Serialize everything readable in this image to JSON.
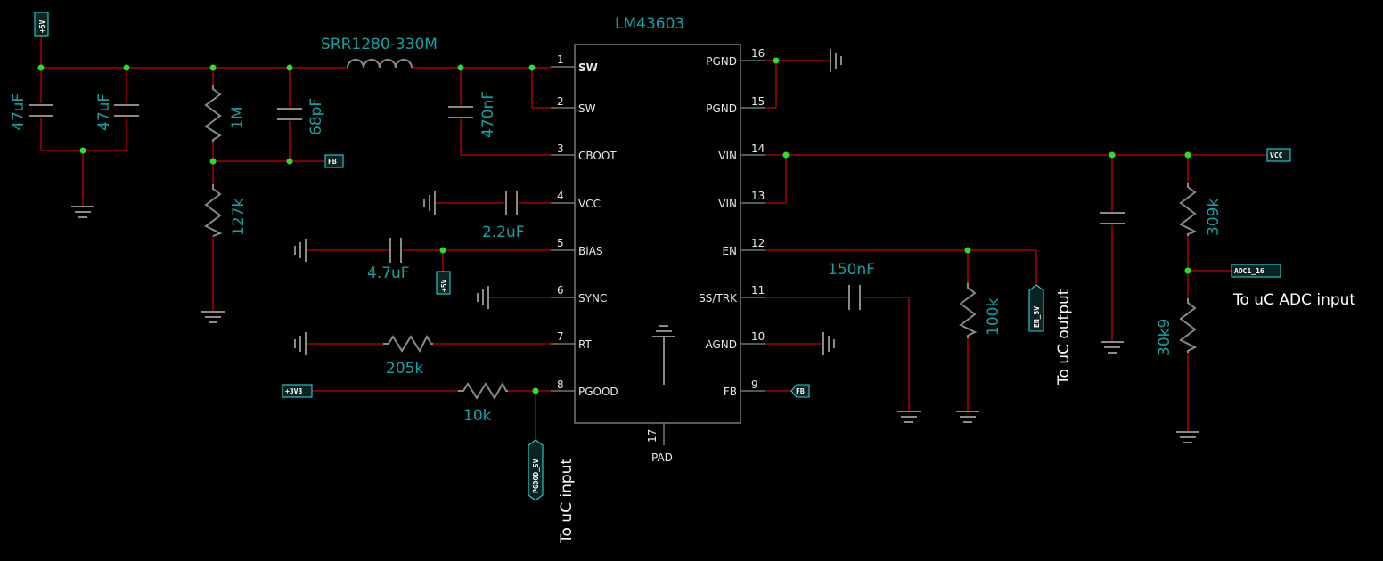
{
  "ic": {
    "name": "LM43603",
    "left_pins": [
      {
        "num": "1",
        "label": "SW"
      },
      {
        "num": "2",
        "label": "SW"
      },
      {
        "num": "3",
        "label": "CBOOT"
      },
      {
        "num": "4",
        "label": "VCC"
      },
      {
        "num": "5",
        "label": "BIAS"
      },
      {
        "num": "6",
        "label": "SYNC"
      },
      {
        "num": "7",
        "label": "RT"
      },
      {
        "num": "8",
        "label": "PGOOD"
      }
    ],
    "right_pins": [
      {
        "num": "16",
        "label": "PGND"
      },
      {
        "num": "15",
        "label": "PGND"
      },
      {
        "num": "14",
        "label": "VIN"
      },
      {
        "num": "13",
        "label": "VIN"
      },
      {
        "num": "12",
        "label": "EN"
      },
      {
        "num": "11",
        "label": "SS/TRK"
      },
      {
        "num": "10",
        "label": "AGND"
      },
      {
        "num": "9",
        "label": "FB"
      }
    ],
    "bottom_pin": {
      "num": "17",
      "label": "PAD"
    }
  },
  "components": {
    "inductor": "SRR1280-330M",
    "c_out1": "47uF",
    "c_out2": "47uF",
    "r_fb_top": "1M",
    "c_ff": "68pF",
    "r_fb_bot": "127k",
    "c_boot": "470nF",
    "c_vcc": "2.2uF",
    "c_bias": "4.7uF",
    "r_rt": "205k",
    "r_pgood": "10k",
    "c_ss": "150nF",
    "r_en": "100k",
    "r_div_top": "309k",
    "r_div_bot": "30k9"
  },
  "net_tags": {
    "out_top": "+5V",
    "fb_left": "FB",
    "bias": "+5V",
    "v3": "+3V3",
    "pgood": "PGOOD_5V",
    "en": "EN_5V",
    "fb_right": "FB",
    "vcc": "VCC",
    "adc": "ADC1_16"
  },
  "notes": {
    "pgood": "To uC input",
    "en": "To uC output",
    "adc": "To uC ADC input"
  }
}
